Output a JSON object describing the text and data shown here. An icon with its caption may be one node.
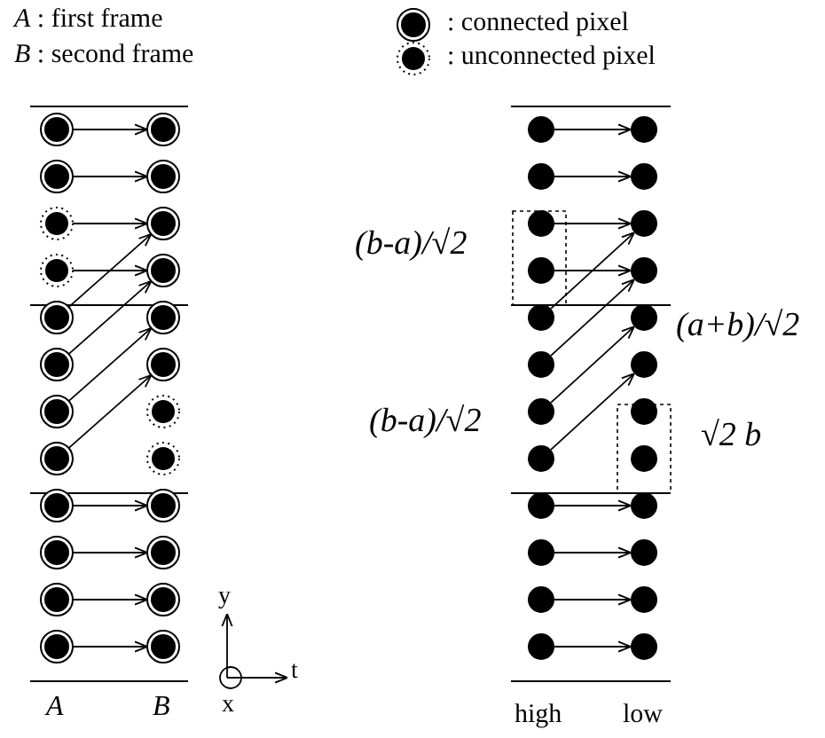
{
  "diagram": {
    "nodes": [
      {
        "text": [],
        "shape": "ring"
      },
      {
        "text": [],
        "shape": "ring"
      },
      {
        "text": [],
        "shape": "dotted"
      },
      {
        "text": [],
        "shape": "dotted"
      },
      {
        "text": [],
        "shape": "ring"
      },
      {
        "text": [],
        "shape": "ring"
      },
      {
        "text": [],
        "shape": "ring"
      },
      {
        "text": [],
        "shape": "ring"
      },
      {
        "text": [],
        "shape": "ring"
      },
      {
        "text": [],
        "shape": "ring"
      },
      {
        "text": [],
        "shape": "ring"
      },
      {
        "text": [],
        "shape": "ring"
      },
      {
        "text": [],
        "shape": "ring"
      },
      {
        "text": [],
        "shape": "ring"
      },
      {
        "text": [],
        "shape": "ring"
      },
      {
        "text": [],
        "shape": "ring"
      },
      {
        "text": [],
        "shape": "ring"
      },
      {
        "text": [],
        "shape": "ring"
      },
      {
        "text": [],
        "shape": "dotted"
      },
      {
        "text": [],
        "shape": "dotted"
      },
      {
        "text": [],
        "shape": "ring"
      },
      {
        "text": [],
        "shape": "ring"
      },
      {
        "text": [],
        "shape": "ring"
      },
      {
        "text": [],
        "shape": "ring"
      },
      {
        "text": [],
        "shape": "circle"
      },
      {
        "text": [],
        "shape": "circle"
      },
      {
        "text": [],
        "shape": "circle"
      },
      {
        "text": [],
        "shape": "circle"
      },
      {
        "text": [],
        "shape": "circle"
      },
      {
        "text": [],
        "shape": "circle"
      },
      {
        "text": [],
        "shape": "circle"
      },
      {
        "text": [],
        "shape": "circle"
      },
      {
        "text": [],
        "shape": "circle"
      },
      {
        "text": [],
        "shape": "circle"
      },
      {
        "text": [],
        "shape": "circle"
      },
      {
        "text": [],
        "shape": "circle"
      },
      {
        "text": [],
        "shape": "circle"
      },
      {
        "text": [],
        "shape": "circle"
      },
      {
        "text": [],
        "shape": "circle"
      },
      {
        "text": [],
        "shape": "circle"
      },
      {
        "text": [],
        "shape": "circle"
      },
      {
        "text": [],
        "shape": "circle"
      },
      {
        "text": [],
        "shape": "circle"
      },
      {
        "text": [],
        "shape": "circle"
      },
      {
        "text": [],
        "shape": "circle"
      },
      {
        "text": [],
        "shape": "circle"
      },
      {
        "text": [],
        "shape": "circle"
      },
      {
        "text": [],
        "shape": "circle"
      }
    ],
    "edges": [
      {
        "from": 0,
        "to": 12,
        "arrow": "to"
      },
      {
        "from": 1,
        "to": 13,
        "arrow": "to"
      },
      {
        "from": 2,
        "to": 14,
        "arrow": "to"
      },
      {
        "from": 3,
        "to": 15,
        "arrow": "to"
      },
      {
        "from": 4,
        "to": 14,
        "arrow": "to"
      },
      {
        "from": 5,
        "to": 15,
        "arrow": "to"
      },
      {
        "from": 6,
        "to": 16,
        "arrow": "to"
      },
      {
        "from": 7,
        "to": 17,
        "arrow": "to"
      },
      {
        "from": 8,
        "to": 20,
        "arrow": "to"
      },
      {
        "from": 9,
        "to": 21,
        "arrow": "to"
      },
      {
        "from": 10,
        "to": 22,
        "arrow": "to"
      },
      {
        "from": 11,
        "to": 23,
        "arrow": "to"
      },
      {
        "from": 24,
        "to": 36,
        "arrow": "to"
      },
      {
        "from": 25,
        "to": 37,
        "arrow": "to"
      },
      {
        "from": 26,
        "to": 38,
        "arrow": "to"
      },
      {
        "from": 27,
        "to": 39,
        "arrow": "to"
      },
      {
        "from": 28,
        "to": 38,
        "arrow": "to"
      },
      {
        "from": 29,
        "to": 39,
        "arrow": "to"
      },
      {
        "from": 30,
        "to": 40,
        "arrow": "to"
      },
      {
        "from": 31,
        "to": 41,
        "arrow": "to"
      },
      {
        "from": 32,
        "to": 44,
        "arrow": "to"
      },
      {
        "from": 33,
        "to": 45,
        "arrow": "to"
      },
      {
        "from": 34,
        "to": 46,
        "arrow": "to"
      },
      {
        "from": 35,
        "to": 47,
        "arrow": "to"
      }
    ],
    "labels": [
      "*A* : first frame",
      "*B* : second frame",
      "(b-a)/√2",
      "(a+b)/√2",
      "(b-a)/√2",
      "√2 b",
      "y",
      "x",
      "t",
      "A",
      "B",
      "high",
      "low"
    ],
    "legend": [
      {
        "text": ": connected pixel"
      },
      {
        "text": ": unconnected pixel"
      }
    ]
  }
}
